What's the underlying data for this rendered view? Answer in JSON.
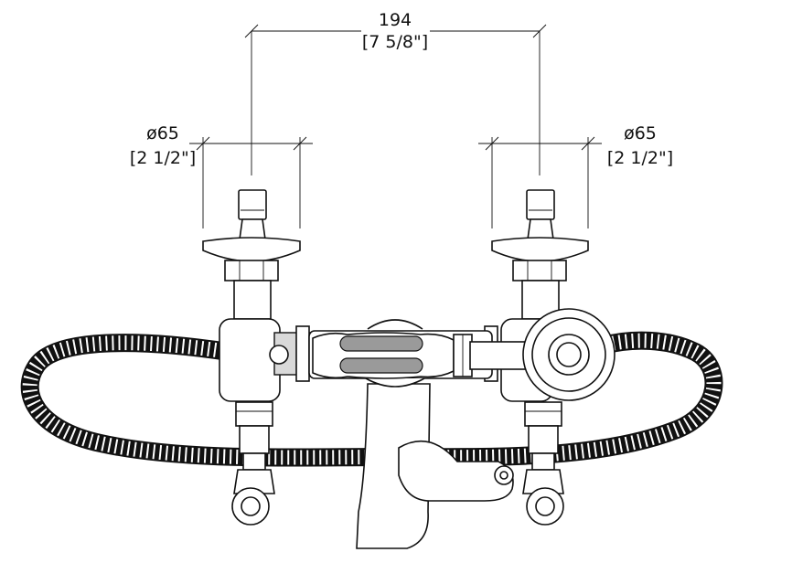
{
  "dimensions": {
    "center_distance": {
      "metric": "194",
      "imperial": "[7 5/8\"]"
    },
    "left_flange": {
      "metric": "ø65",
      "imperial": "[2 1/2\"]"
    },
    "right_flange": {
      "metric": "ø65",
      "imperial": "[2 1/2\"]"
    }
  },
  "colors": {
    "line": "#111111",
    "background": "#ffffff",
    "shade": "#d9d9d9"
  }
}
